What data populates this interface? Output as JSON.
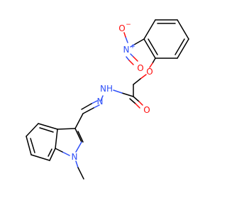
{
  "molecule": {
    "atoms": {
      "nitro_n": "N",
      "nitro_n_charge": "+",
      "nitro_o_minus": "O",
      "nitro_o_minus_charge": "−",
      "nitro_o": "O",
      "ether_o": "O",
      "carbonyl_o": "O",
      "hydrazide_nh": "NH",
      "hydrazone_n": "N",
      "indole_n": "N"
    },
    "colors": {
      "carbon_bond": "#000000",
      "oxygen": "#ff0d0d",
      "nitrogen": "#2f50f8"
    }
  }
}
